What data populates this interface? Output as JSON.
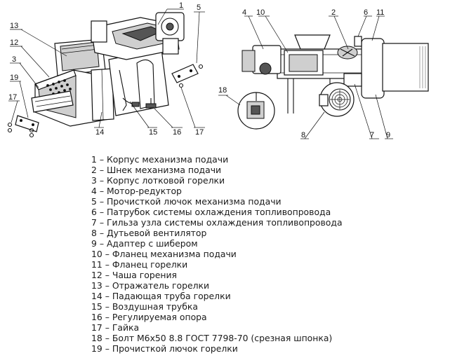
{
  "callouts": {
    "left": [
      "1",
      "5",
      "13",
      "12",
      "3",
      "19",
      "17",
      "14",
      "15",
      "16",
      "17"
    ],
    "right": [
      "4",
      "10",
      "2",
      "6",
      "11",
      "18",
      "8",
      "7",
      "9"
    ]
  },
  "legend": [
    "1 – Корпус механизма подачи",
    "2 – Шнек механизма подачи",
    "3 – Корпус лотковой горелки",
    "4 – Мотор-редуктор",
    "5 – Прочисткой лючок механизма подачи",
    "6 – Патрубок системы охлаждения топливопровода",
    "7 – Гильза узла системы охлаждения топливопровода",
    "8 – Дутьевой вентилятор",
    "9 – Адаптер с шибером",
    "10 – Фланец механизма подачи",
    "11 – Фланец горелки",
    "12 – Чаша горения",
    "13 – Отражатель горелки",
    "14 – Падающая труба горелки",
    "15 – Воздушная трубка",
    "16 – Регулируемая опора",
    "17 – Гайка",
    "18 – Болт М6х50 8.8 ГОСТ 7798-70 (срезная шпонка)",
    "19 – Прочисткой лючок горелки"
  ]
}
